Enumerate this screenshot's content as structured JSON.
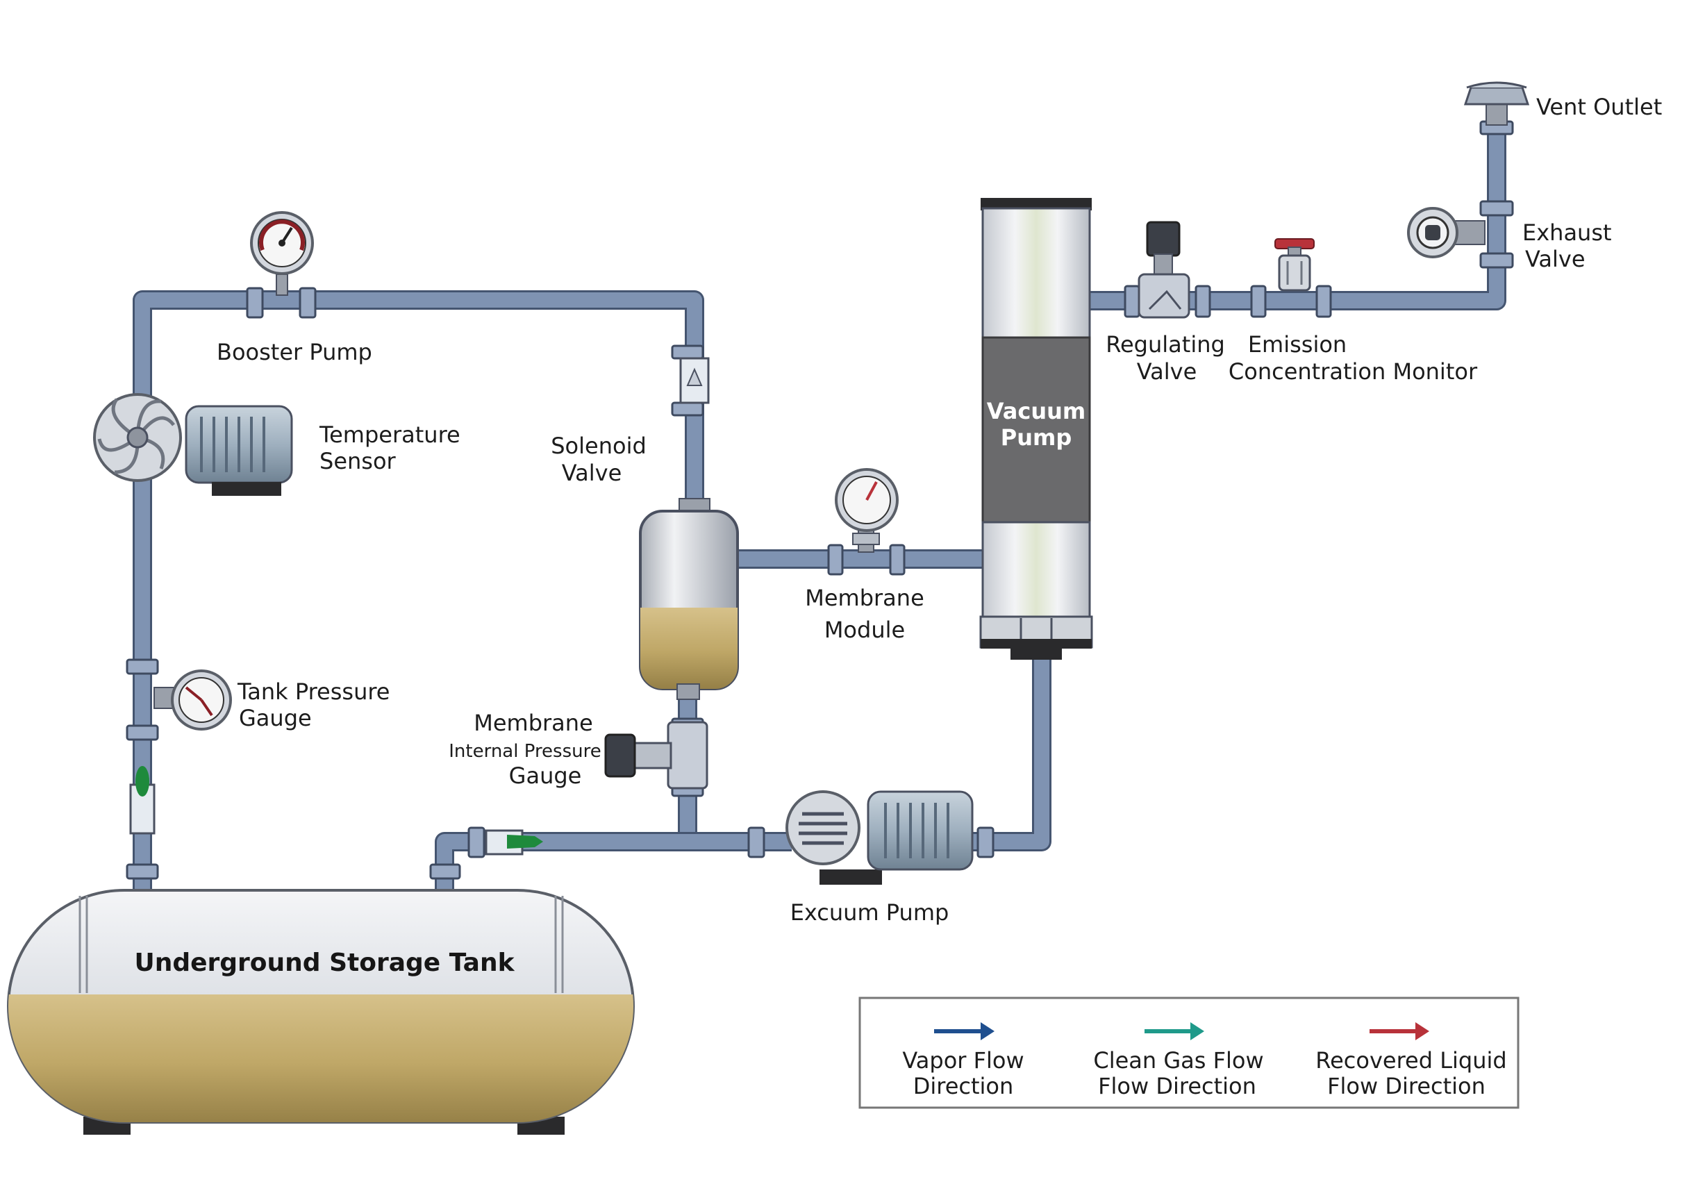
{
  "labels": {
    "vent_outlet": "Vent Outlet",
    "exhaust_valve": [
      "Exhaust",
      "Valve"
    ],
    "regulating_valve": [
      "Regulating",
      "Valve"
    ],
    "emission_monitor": [
      "Emission",
      "Concentration Monitor"
    ],
    "booster_pump": "Booster Pump",
    "temperature_sensor": [
      "Temperature",
      "Sensor"
    ],
    "solenoid_valve": [
      "Solenoid",
      "Valve"
    ],
    "vacuum_pump": [
      "Vacuum",
      "Pump"
    ],
    "membrane_module": [
      "Membrane",
      "Module"
    ],
    "tank_pressure_gauge": [
      "Tank Pressure",
      "Gauge"
    ],
    "membrane_internal_pressure_gauge": [
      "Membrane",
      "Internal Pressure",
      "Gauge"
    ],
    "excuum_pump": "Excuum Pump",
    "underground_storage_tank": "Underground Storage Tank"
  },
  "legend": {
    "items": [
      {
        "line1": "Vapor Flow",
        "line2": "Direction",
        "color": "#1f4f8f"
      },
      {
        "line1": "Clean Gas Flow",
        "line2": "Flow Direction",
        "color": "#1f9a8a"
      },
      {
        "line1": "Recovered Liquid",
        "line2": "Flow Direction",
        "color": "#b8323a"
      }
    ]
  },
  "colors": {
    "pipe": "#7f93b2",
    "liquid": "#bfa767",
    "pump_body": "#6a6a6c",
    "valve_red": "#b8323a",
    "flow_green": "#1e8a3c"
  }
}
